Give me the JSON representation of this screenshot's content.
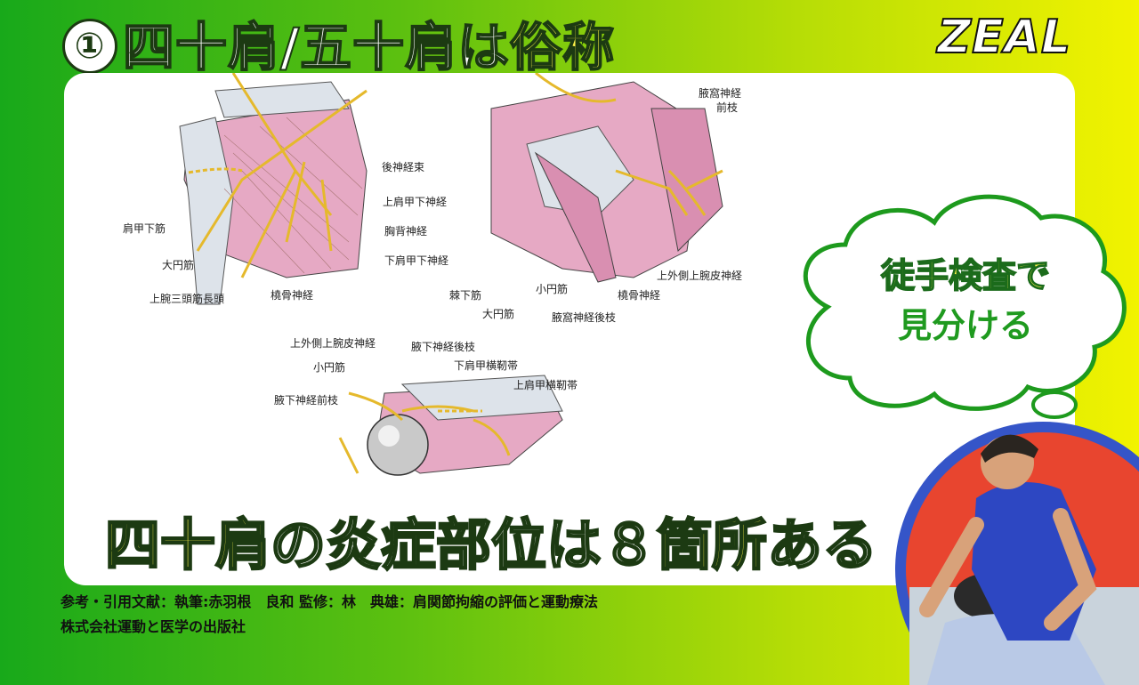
{
  "title": {
    "number": "①",
    "part1": "四十肩/五十肩は",
    "part2": "俗称"
  },
  "brand": "ZEAL",
  "diagram_labels": {
    "top_left": [
      "後神経束",
      "上肩甲下神経",
      "胸背神経",
      "下肩甲下神経",
      "肩甲下筋",
      "大円筋",
      "上腕三頭筋長頭",
      "橈骨神経"
    ],
    "top_right": [
      "腋窩神経",
      "前枝",
      "上外側上腕皮神経",
      "棘下筋",
      "小円筋",
      "大円筋",
      "腋窩神経後枝",
      "橈骨神経"
    ],
    "bottom": [
      "上外側上腕皮神経",
      "腋下神経後枝",
      "小円筋",
      "下肩甲横靭帯",
      "上肩甲横靭帯",
      "腋下神経前枝"
    ]
  },
  "thought_bubble": {
    "line1": "徒手検査で",
    "line2": "見分ける"
  },
  "headline": {
    "a": "四十肩",
    "b": "の炎症部位は",
    "c": "８",
    "d": "箇所",
    "e": "ある"
  },
  "reference": {
    "line1": "参考・引用文献：執筆:赤羽根　良和 監修：林　典雄：肩関節拘縮の評価と運動療法",
    "line2": "株式会社運動と医学の出版社"
  },
  "colors": {
    "green": "#18a91a",
    "yellow": "#f2f300",
    "muscle": "#e6a9c4",
    "nerve": "#e5b92c"
  }
}
